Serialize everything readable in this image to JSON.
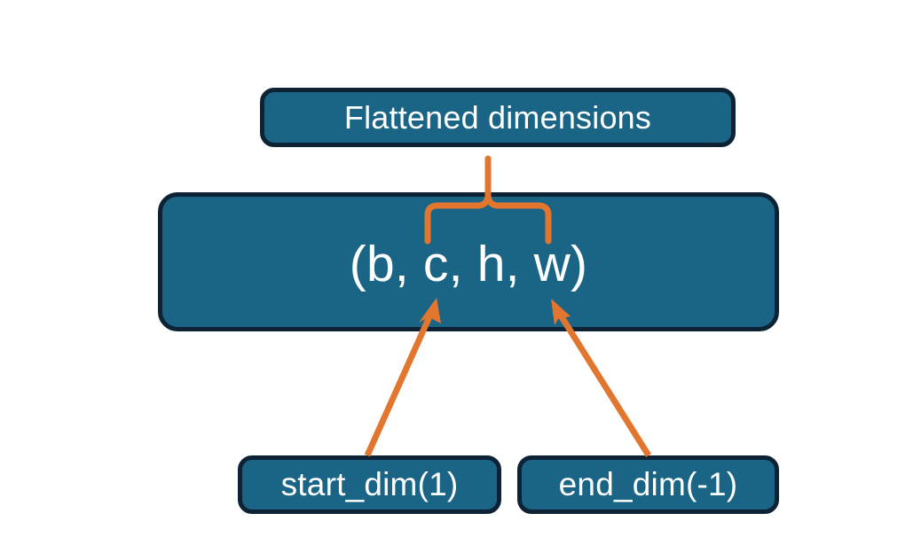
{
  "diagram": {
    "title_node": {
      "label": "Flattened dimensions"
    },
    "tensor_node": {
      "label": "(b, c, h, w)"
    },
    "argument_nodes": [
      {
        "label": "start_dim(1)"
      },
      {
        "label": "end_dim(-1)"
      }
    ],
    "colors": {
      "node_fill": "#1a6485",
      "node_border": "#0d2335",
      "node_text": "#ffffff",
      "connector": "#e2762e",
      "background": "#ffffff"
    },
    "connectors": {
      "brace": {
        "name": "flattened-range-brace",
        "spans_label": "(c, h, w)"
      },
      "arrows": [
        {
          "name": "start-dim-arrow",
          "from": "start_dim(1)",
          "to": "c"
        },
        {
          "name": "end-dim-arrow",
          "from": "end_dim(-1)",
          "to": "w"
        }
      ]
    }
  }
}
